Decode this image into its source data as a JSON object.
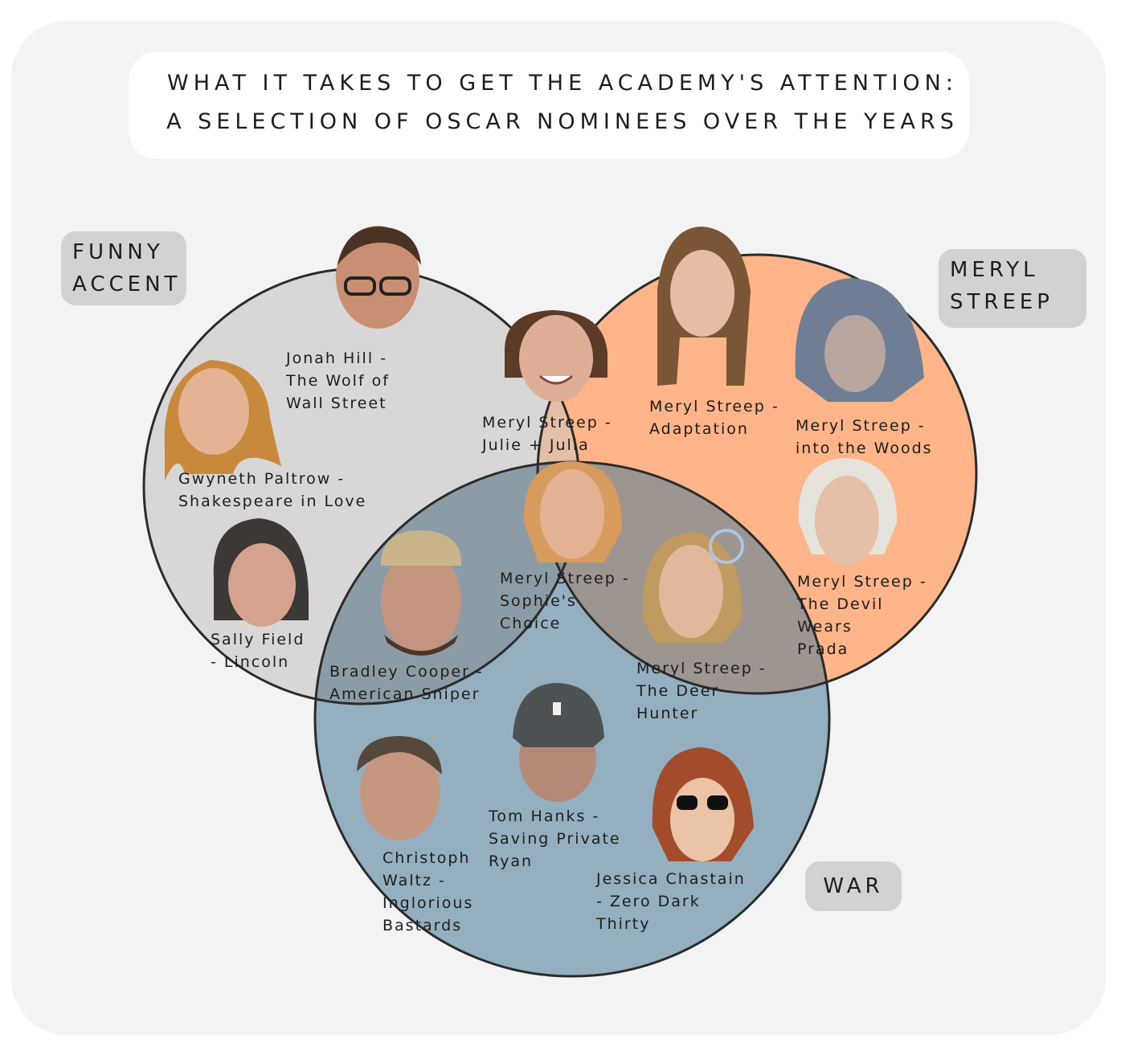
{
  "title": {
    "line1": "What it takes to get the Academy's attention:",
    "line2": "A selection of Oscar nominees over the years"
  },
  "sets": [
    {
      "id": "funny",
      "label": "Funny accent",
      "color": "#d8d6d6"
    },
    {
      "id": "meryl",
      "label": "Meryl Streep",
      "color": "#ffb489"
    },
    {
      "id": "war",
      "label": "War",
      "color": "#94afc0"
    }
  ],
  "regions": {
    "funny_meryl": "#e2bfa6",
    "funny_war": "#8c9ca6",
    "meryl_war": "#9d9590",
    "all": "#8a9195"
  },
  "nominees": [
    {
      "id": "jonah-hill",
      "caption": "Jonah Hill -\nThe Wolf of\nWall Street",
      "region": "funny"
    },
    {
      "id": "gwyneth-paltrow",
      "caption": "Gwyneth Paltrow -\nShakespeare in Love",
      "region": "funny"
    },
    {
      "id": "sally-field",
      "caption": "Sally Field\n- Lincoln",
      "region": "funny"
    },
    {
      "id": "meryl-julie-julia",
      "caption": "Meryl Streep -\nJulie + Julia",
      "region": "funny+meryl"
    },
    {
      "id": "meryl-adaptation",
      "caption": "Meryl Streep -\nAdaptation",
      "region": "meryl"
    },
    {
      "id": "meryl-into-the-woods",
      "caption": "Meryl Streep -\ninto the Woods",
      "region": "meryl"
    },
    {
      "id": "meryl-devil-wears-prada",
      "caption": "Meryl Streep -\nThe Devil\nWears\nPrada",
      "region": "meryl"
    },
    {
      "id": "meryl-sophies-choice",
      "caption": "Meryl Streep -\nSophie's\nChoice",
      "region": "funny+meryl+war"
    },
    {
      "id": "bradley-cooper",
      "caption": "Bradley Cooper -\nAmerican Sniper",
      "region": "funny+war"
    },
    {
      "id": "meryl-deer-hunter",
      "caption": "Meryl Streep -\nThe Deer\nHunter",
      "region": "meryl+war"
    },
    {
      "id": "tom-hanks",
      "caption": "Tom Hanks -\nSaving Private\nRyan",
      "region": "war"
    },
    {
      "id": "christoph-waltz",
      "caption": "Christoph\nWaltz -\nInglorious\nBastards",
      "region": "war"
    },
    {
      "id": "jessica-chastain",
      "caption": "Jessica Chastain\n- Zero Dark\nThirty",
      "region": "war"
    }
  ]
}
